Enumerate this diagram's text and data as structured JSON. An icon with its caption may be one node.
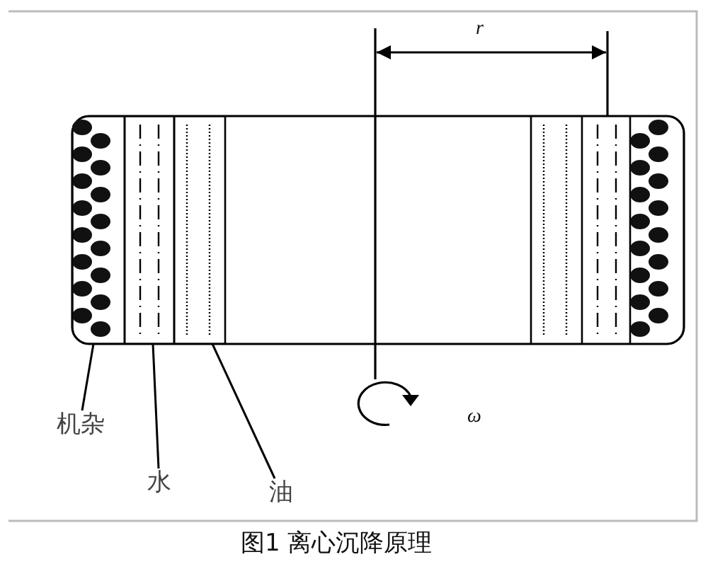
{
  "diagram": {
    "caption": "图1 离心沉降原理",
    "nodes": [
      {
        "text": [
          "机杂"
        ]
      },
      {
        "text": [
          "水"
        ]
      },
      {
        "text": [
          "油"
        ]
      },
      {
        "text": [],
        "shape": "box"
      },
      {
        "text": [],
        "shape": "box"
      },
      {
        "text": [],
        "shape": "box"
      }
    ],
    "edges": [
      {
        "from": 0,
        "to": 3,
        "arrow": "none"
      },
      {
        "from": 1,
        "to": 4,
        "arrow": "none"
      },
      {
        "from": 2,
        "to": 5,
        "arrow": "none"
      }
    ],
    "labels": [
      "r",
      "ω"
    ]
  }
}
